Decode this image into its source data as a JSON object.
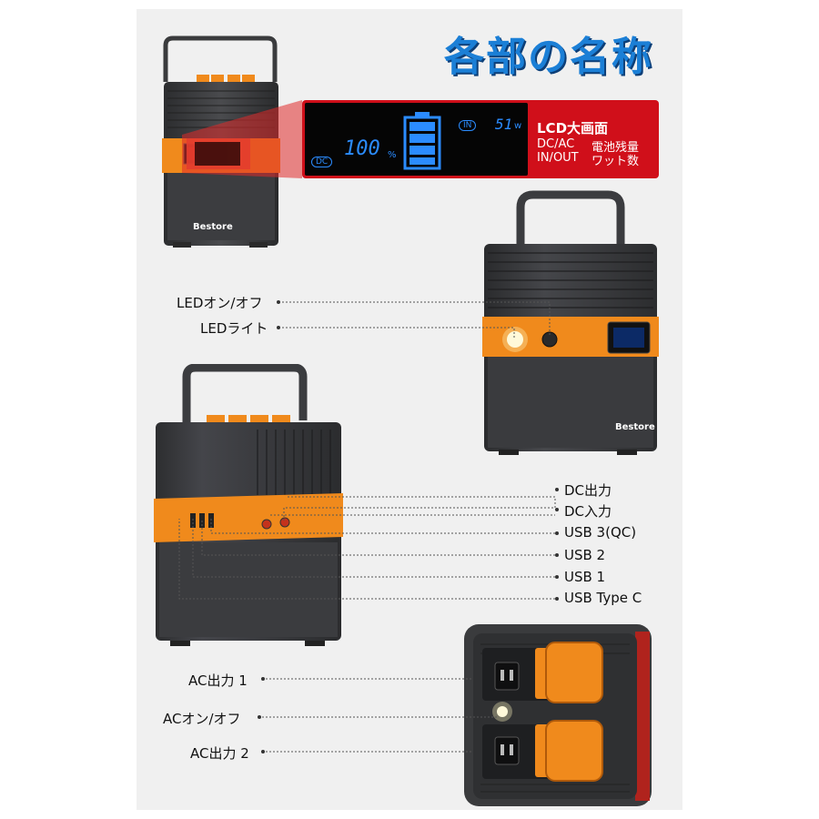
{
  "title": "各部の名称",
  "brand": "Bestore",
  "lcd": {
    "title": "LCD大画面",
    "left_col": [
      "DC/AC",
      "IN/OUT"
    ],
    "right_col": [
      "電池残量",
      "ワット数"
    ],
    "percent": "100",
    "percent_unit": "%",
    "dc_badge": "DC",
    "in_badge": "IN",
    "watt_value": "51",
    "watt_unit": "w"
  },
  "labels": {
    "led_onoff": "LEDオン/オフ",
    "led_light": "LEDライト",
    "dc_out": "DC出力",
    "dc_in": "DC入力",
    "usb3": "USB 3(QC)",
    "usb2": "USB 2",
    "usb1": "USB 1",
    "usbc": "USB Type C",
    "ac_out1": "AC出力 1",
    "ac_onoff": "ACオン/オフ",
    "ac_out2": "AC出力 2"
  },
  "colors": {
    "title_blue": "#1b7fd6",
    "accent_orange": "#f08a1c",
    "lcd_red": "#d00f1a",
    "lcd_blue": "#2b8cff",
    "body_dark": "#3a3b3d"
  }
}
